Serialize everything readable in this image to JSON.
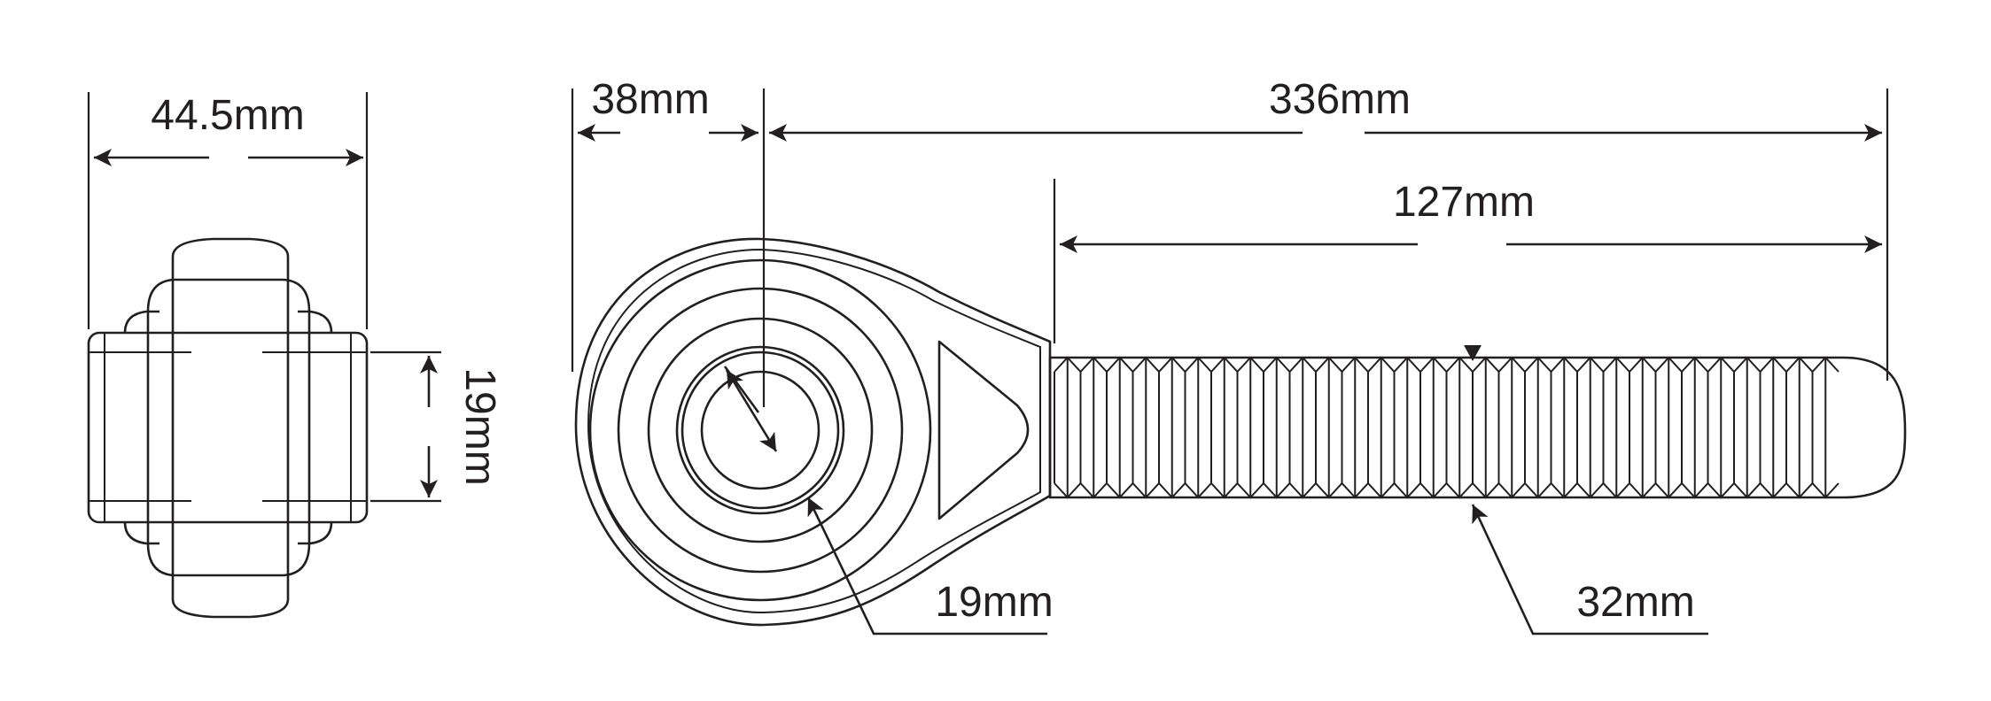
{
  "dimensions": {
    "end_width": "44.5mm",
    "bore_side": "19mm",
    "eye_offset": "38mm",
    "overall_length": "336mm",
    "thread_length": "127mm",
    "bore_diameter": "19mm",
    "thread_diameter": "32mm"
  }
}
